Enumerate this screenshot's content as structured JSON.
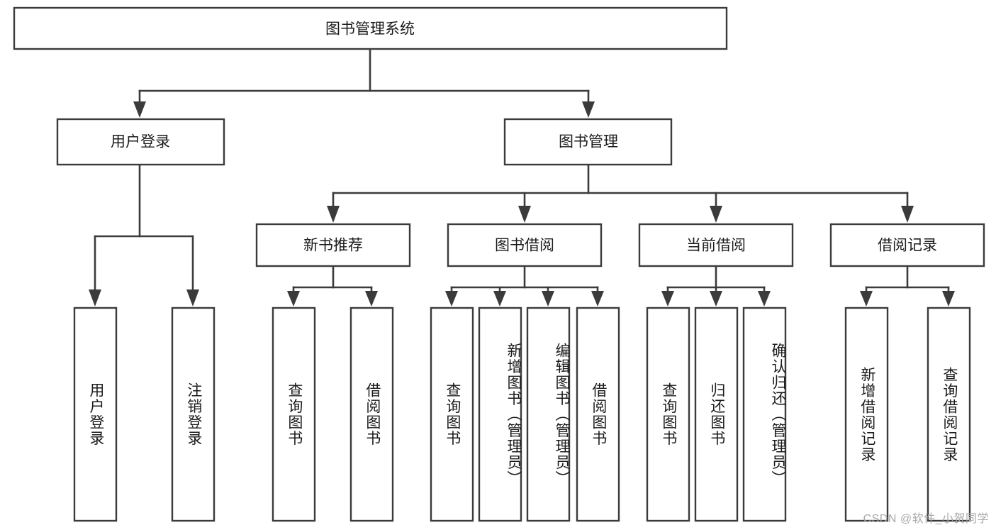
{
  "diagram": {
    "title": "图书管理系统",
    "type": "hierarchy-tree",
    "orientation": "top-down",
    "levels": 4,
    "root": {
      "id": "root",
      "label": "图书管理系统",
      "text_orientation": "horizontal"
    },
    "level2": [
      {
        "id": "user-login",
        "label": "用户登录",
        "text_orientation": "horizontal"
      },
      {
        "id": "book-manage",
        "label": "图书管理",
        "text_orientation": "horizontal"
      }
    ],
    "level3": [
      {
        "id": "new-book-recommend",
        "label": "新书推荐",
        "parent": "book-manage",
        "text_orientation": "horizontal"
      },
      {
        "id": "book-borrow",
        "label": "图书借阅",
        "parent": "book-manage",
        "text_orientation": "horizontal"
      },
      {
        "id": "current-borrow",
        "label": "当前借阅",
        "parent": "book-manage",
        "text_orientation": "horizontal"
      },
      {
        "id": "borrow-record",
        "label": "借阅记录",
        "parent": "book-manage",
        "text_orientation": "horizontal"
      }
    ],
    "leaves": [
      {
        "id": "leaf-user-login",
        "label": "用户登录",
        "parent": "user-login",
        "text_orientation": "vertical"
      },
      {
        "id": "leaf-user-logout",
        "label": "注销登录",
        "parent": "user-login",
        "text_orientation": "vertical"
      },
      {
        "id": "leaf-query-book-1",
        "label": "查询图书",
        "parent": "new-book-recommend",
        "text_orientation": "vertical"
      },
      {
        "id": "leaf-borrow-book-1",
        "label": "借阅图书",
        "parent": "new-book-recommend",
        "text_orientation": "vertical"
      },
      {
        "id": "leaf-query-book-2",
        "label": "查询图书",
        "parent": "book-borrow",
        "text_orientation": "vertical"
      },
      {
        "id": "leaf-add-book",
        "label": "新增图书（管理员）",
        "parent": "book-borrow",
        "text_orientation": "vertical"
      },
      {
        "id": "leaf-edit-book",
        "label": "编辑图书（管理员）",
        "parent": "book-borrow",
        "text_orientation": "vertical"
      },
      {
        "id": "leaf-borrow-book-2",
        "label": "借阅图书",
        "parent": "book-borrow",
        "text_orientation": "vertical"
      },
      {
        "id": "leaf-query-book-3",
        "label": "查询图书",
        "parent": "current-borrow",
        "text_orientation": "vertical"
      },
      {
        "id": "leaf-return-book",
        "label": "归还图书",
        "parent": "current-borrow",
        "text_orientation": "vertical"
      },
      {
        "id": "leaf-confirm-return",
        "label": "确认归还（管理员）",
        "parent": "current-borrow",
        "text_orientation": "vertical"
      },
      {
        "id": "leaf-add-record",
        "label": "新增借阅记录",
        "parent": "borrow-record",
        "text_orientation": "vertical"
      },
      {
        "id": "leaf-query-record",
        "label": "查询借阅记录",
        "parent": "borrow-record",
        "text_orientation": "vertical"
      }
    ]
  },
  "watermark": {
    "text": "CSDN @软件_小贺同学"
  },
  "colors": {
    "box_stroke": "#3b3b3b",
    "box_fill": "#ffffff",
    "connector": "#3b3b3b",
    "text": "#1b1b1b",
    "watermark": "#a9a9a9",
    "background": "#ffffff"
  }
}
